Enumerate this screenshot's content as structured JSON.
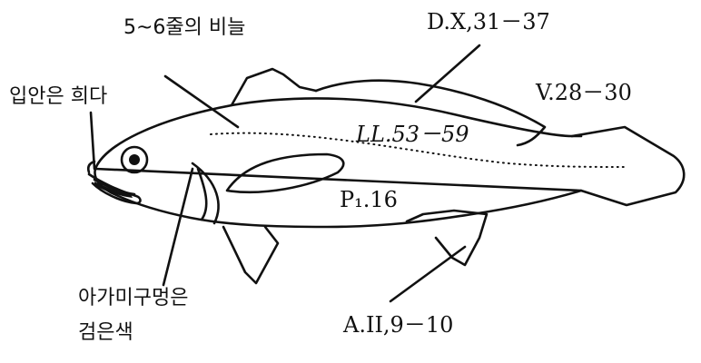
{
  "labels": {
    "scale_rows": "5~6줄의 비늘",
    "mouth_inside": "입안은 희다",
    "dorsal": "D.X,31－37",
    "vertebrae": "V.28－30",
    "lateral_line": "LL.53－59",
    "pectoral": "P₁.16",
    "gill_line1": "아가미구멍은",
    "gill_line2": "검은색",
    "anal": "A.II,9－10"
  },
  "colors": {
    "ink": "#111111",
    "background": "#ffffff"
  }
}
